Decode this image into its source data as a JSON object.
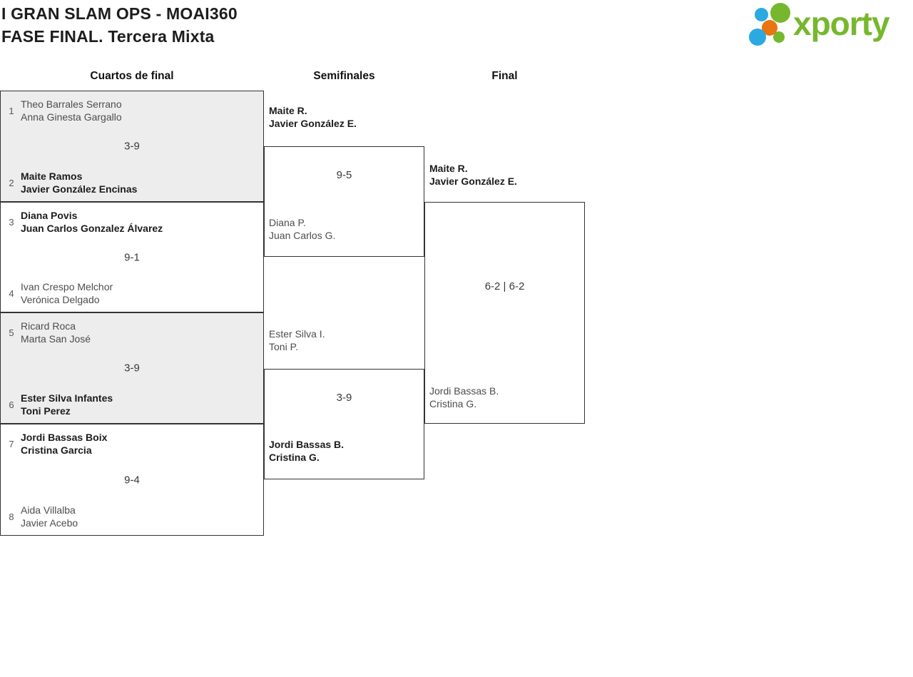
{
  "page": {
    "title_line1": "I GRAN SLAM OPS - MOAI360",
    "title_line2": "FASE FINAL. Tercera Mixta"
  },
  "logo": {
    "text": "xporty",
    "dot_icons": [
      "blue-dot-small-icon",
      "green-dot-large-icon",
      "orange-dot-icon",
      "blue-dot-large-icon",
      "green-dot-small-icon"
    ]
  },
  "columns": [
    {
      "label": "Cuartos de final"
    },
    {
      "label": "Semifinales"
    },
    {
      "label": "Final"
    }
  ],
  "rounds": {
    "quarterfinals": [
      {
        "seed_top": "1",
        "top": {
          "line1": "Theo Barrales Serrano",
          "line2": "Anna Ginesta Gargallo",
          "winner": false
        },
        "score": "3-9",
        "seed_bottom": "2",
        "bottom": {
          "line1": "Maite Ramos",
          "line2": "Javier González Encinas",
          "winner": true
        }
      },
      {
        "seed_top": "3",
        "top": {
          "line1": "Diana Povis",
          "line2": "Juan Carlos Gonzalez Álvarez",
          "winner": true
        },
        "score": "9-1",
        "seed_bottom": "4",
        "bottom": {
          "line1": "Ivan Crespo Melchor",
          "line2": "Verónica Delgado",
          "winner": false
        }
      },
      {
        "seed_top": "5",
        "top": {
          "line1": "Ricard Roca",
          "line2": "Marta San José",
          "winner": false
        },
        "score": "3-9",
        "seed_bottom": "6",
        "bottom": {
          "line1": "Ester Silva Infantes",
          "line2": "Toni Perez",
          "winner": true
        }
      },
      {
        "seed_top": "7",
        "top": {
          "line1": "Jordi Bassas Boix",
          "line2": "Cristina Garcia",
          "winner": true
        },
        "score": "9-4",
        "seed_bottom": "8",
        "bottom": {
          "line1": "Aida Villalba",
          "line2": "Javier Acebo",
          "winner": false
        }
      }
    ],
    "semifinals": [
      {
        "top": {
          "line1": "Maite R.",
          "line2": "Javier González E.",
          "winner": true
        },
        "score": "9-5",
        "bottom": {
          "line1": "Diana P.",
          "line2": "Juan Carlos G.",
          "winner": false
        }
      },
      {
        "top": {
          "line1": "Ester Silva I.",
          "line2": "Toni P.",
          "winner": false
        },
        "score": "3-9",
        "bottom": {
          "line1": "Jordi Bassas B.",
          "line2": "Cristina G.",
          "winner": true
        }
      }
    ],
    "final": {
      "top": {
        "line1": "Maite R.",
        "line2": "Javier González E.",
        "winner": true
      },
      "score": "6-2 | 6-2",
      "bottom": {
        "line1": "Jordi Bassas B.",
        "line2": "Cristina G.",
        "winner": false
      }
    }
  },
  "colors": {
    "brand_green": "#76b82d",
    "brand_blue": "#2ba9e0",
    "brand_orange": "#e8750f",
    "box_border": "#333333",
    "box_alt_background": "#ededed",
    "winner_text": "#1c1c1c",
    "loser_text": "#4d4d4d"
  }
}
